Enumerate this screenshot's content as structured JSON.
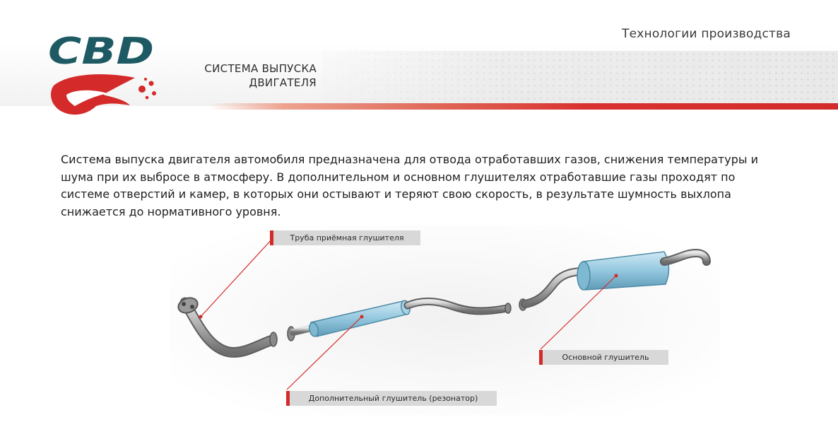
{
  "header": {
    "section": "Технологии производства",
    "title_line1": "СИСТЕМА ВЫПУСКА",
    "title_line2": "ДВИГАТЕЛЯ"
  },
  "logo": {
    "text": "CBD",
    "icon": "fish-logo-icon"
  },
  "intro": {
    "text": "Система выпуска двигателя автомобиля предназначена для отвода отработавших газов, снижения температуры и шума при их выбросе в атмосферу. В дополнительном и основном глушителях отработавшие газы проходят по системе отверстий и камер, в которых они остывают и теряют свою скорость, в результате шумность выхлопа снижается до нормативного уровня."
  },
  "labels": {
    "intake_pipe": "Труба приёмная глушителя",
    "resonator": "Дополнительный глушитель (резонатор)",
    "main_muffler": "Основной глушитель"
  },
  "colors": {
    "brand_teal": "#1d5a63",
    "brand_red": "#d42a2a",
    "muffler_blue": "#9ccfe6"
  }
}
